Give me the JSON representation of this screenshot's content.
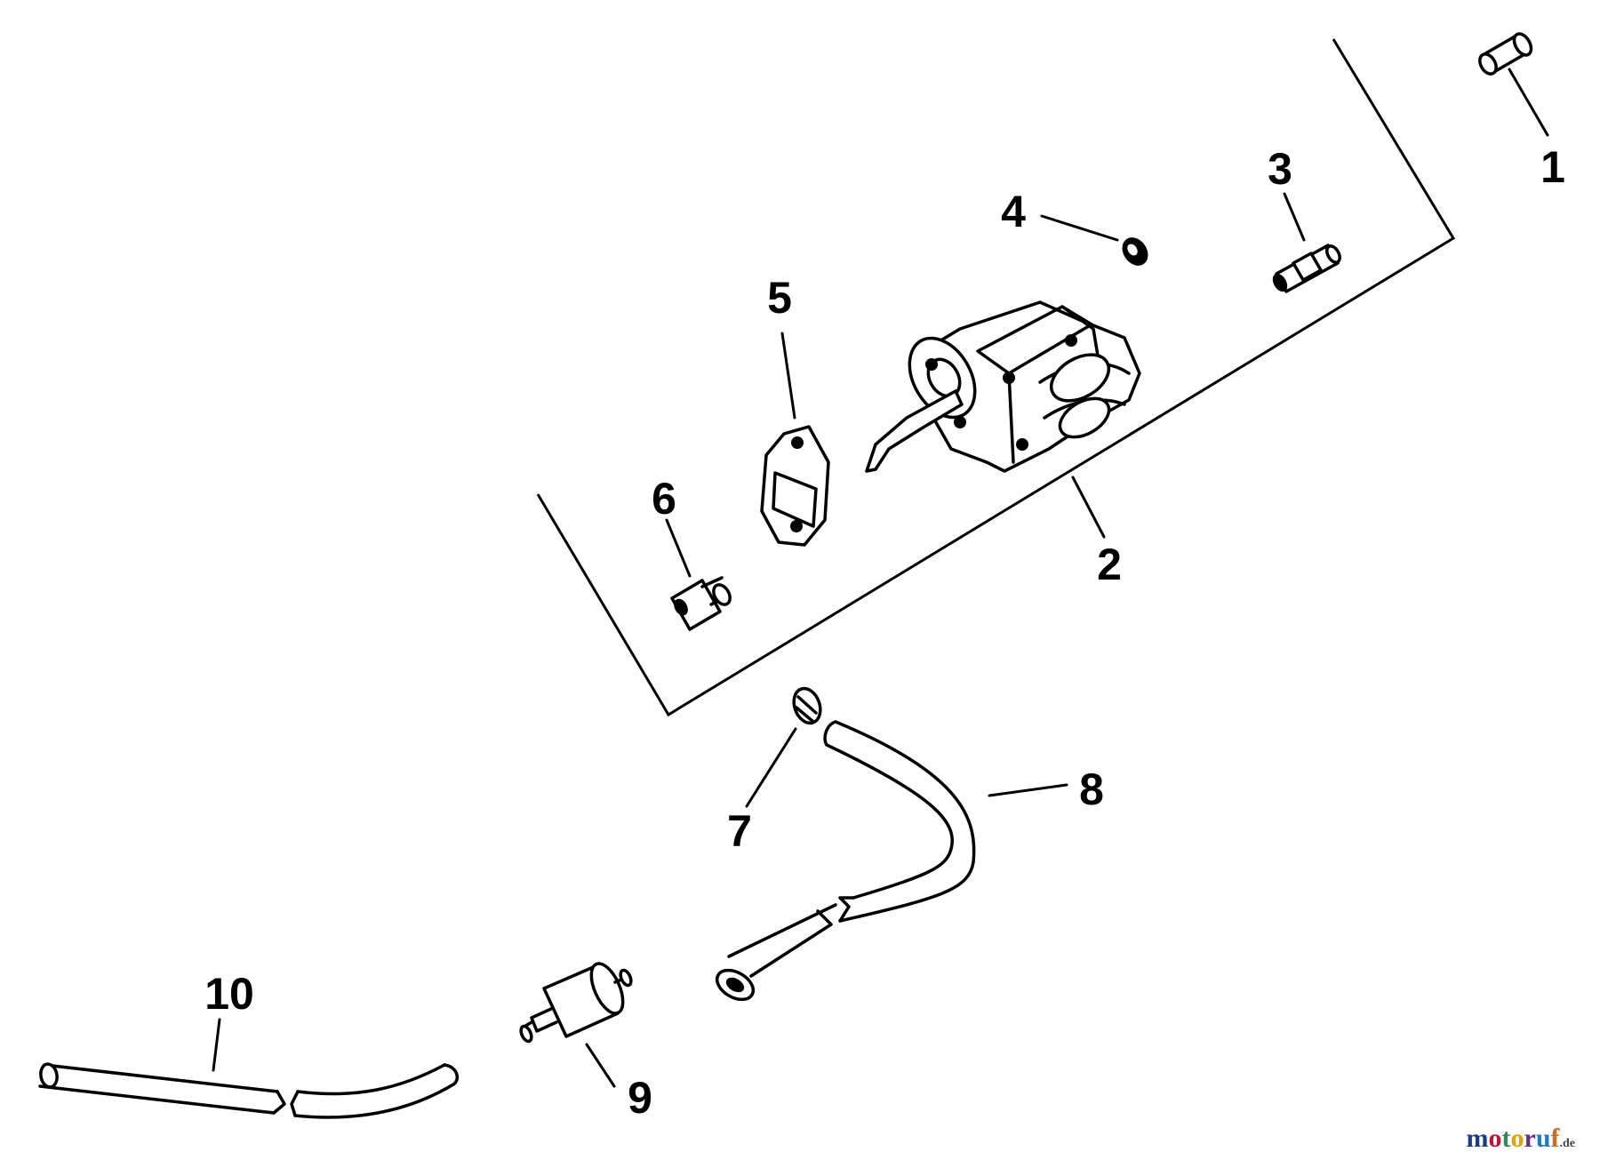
{
  "callouts": {
    "c1": "1",
    "c2": "2",
    "c3": "3",
    "c4": "4",
    "c5": "5",
    "c6": "6",
    "c7": "7",
    "c8": "8",
    "c9": "9",
    "c10": "10"
  },
  "watermark": {
    "name": "motoruf",
    "tld": ".de",
    "colors": [
      "#1a3a8c",
      "#c8102e",
      "#2e8b57",
      "#e6a100",
      "#6a2c91",
      "#1a7bbf",
      "#d2691e"
    ]
  }
}
